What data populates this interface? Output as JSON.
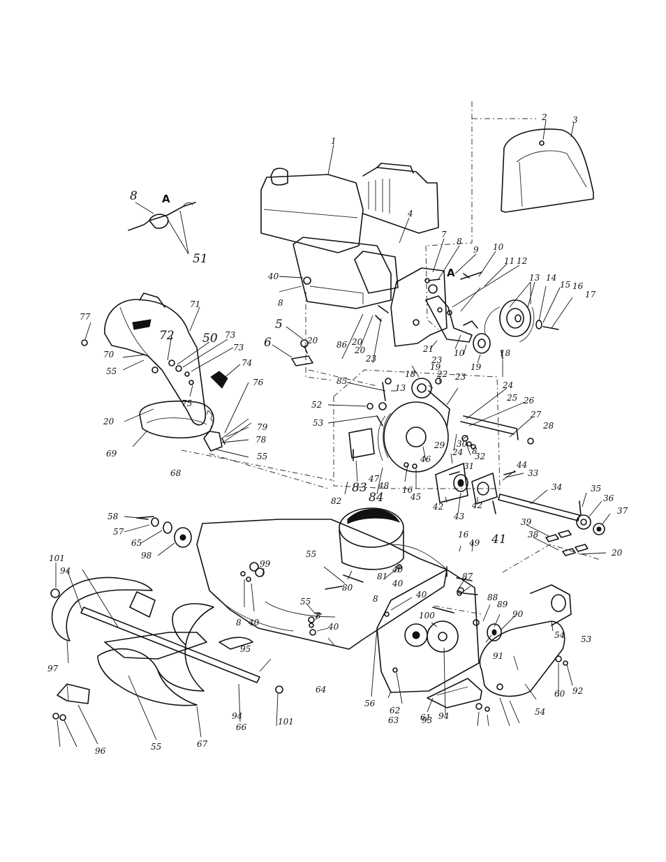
{
  "callouts": [
    {
      "label": "1"
    },
    {
      "label": "2"
    },
    {
      "label": "3"
    },
    {
      "label": "4"
    },
    {
      "label": "5"
    },
    {
      "label": "6"
    },
    {
      "label": "7"
    },
    {
      "label": "8"
    },
    {
      "label": "9"
    },
    {
      "label": "10"
    },
    {
      "label": "11"
    },
    {
      "label": "12"
    },
    {
      "label": "13"
    },
    {
      "label": "14"
    },
    {
      "label": "15"
    },
    {
      "label": "16"
    },
    {
      "label": "17"
    },
    {
      "label": "18"
    },
    {
      "label": "19"
    },
    {
      "label": "20"
    },
    {
      "label": "21"
    },
    {
      "label": "22"
    },
    {
      "label": "23"
    },
    {
      "label": "24"
    },
    {
      "label": "25"
    },
    {
      "label": "26"
    },
    {
      "label": "27"
    },
    {
      "label": "28"
    },
    {
      "label": "29"
    },
    {
      "label": "30"
    },
    {
      "label": "31"
    },
    {
      "label": "32"
    },
    {
      "label": "33"
    },
    {
      "label": "34"
    },
    {
      "label": "35"
    },
    {
      "label": "36"
    },
    {
      "label": "37"
    },
    {
      "label": "38"
    },
    {
      "label": "39"
    },
    {
      "label": "40"
    },
    {
      "label": "41"
    },
    {
      "label": "42"
    },
    {
      "label": "43"
    },
    {
      "label": "44"
    },
    {
      "label": "45"
    },
    {
      "label": "46"
    },
    {
      "label": "47"
    },
    {
      "label": "48"
    },
    {
      "label": "49"
    },
    {
      "label": "50"
    },
    {
      "label": "51"
    },
    {
      "label": "52"
    },
    {
      "label": "53"
    },
    {
      "label": "54"
    },
    {
      "label": "55"
    },
    {
      "label": "56"
    },
    {
      "label": "57"
    },
    {
      "label": "58"
    },
    {
      "label": "60"
    },
    {
      "label": "61"
    },
    {
      "label": "62"
    },
    {
      "label": "63"
    },
    {
      "label": "64"
    },
    {
      "label": "65"
    },
    {
      "label": "66"
    },
    {
      "label": "67"
    },
    {
      "label": "68"
    },
    {
      "label": "69"
    },
    {
      "label": "70"
    },
    {
      "label": "71"
    },
    {
      "label": "72"
    },
    {
      "label": "73"
    },
    {
      "label": "74"
    },
    {
      "label": "75"
    },
    {
      "label": "76"
    },
    {
      "label": "77"
    },
    {
      "label": "78"
    },
    {
      "label": "79"
    },
    {
      "label": "80"
    },
    {
      "label": "81"
    },
    {
      "label": "82"
    },
    {
      "label": "83"
    },
    {
      "label": "84"
    },
    {
      "label": "85"
    },
    {
      "label": "86"
    },
    {
      "label": "87"
    },
    {
      "label": "88"
    },
    {
      "label": "89"
    },
    {
      "label": "90"
    },
    {
      "label": "91"
    },
    {
      "label": "92"
    },
    {
      "label": "93"
    },
    {
      "label": "94"
    },
    {
      "label": "95"
    },
    {
      "label": "96"
    },
    {
      "label": "97"
    },
    {
      "label": "98"
    },
    {
      "label": "99"
    },
    {
      "label": "100"
    },
    {
      "label": "101"
    },
    {
      "label": "A"
    }
  ]
}
